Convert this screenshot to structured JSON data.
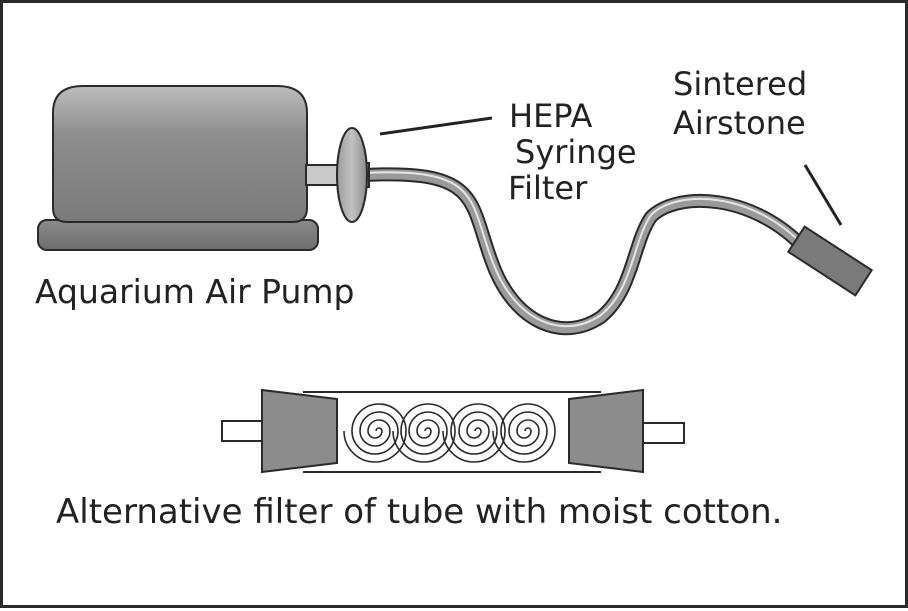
{
  "labels": {
    "pump": "Aquarium Air Pump",
    "hepa_filter": [
      "HEPA",
      "Syringe",
      "Filter"
    ],
    "airstone": [
      "Sintered",
      "Airstone"
    ],
    "caption": "Alternative filter of tube with moist cotton."
  },
  "colors": {
    "pump_body": "#8a8a8a",
    "pump_base": "#7c7c7c",
    "tubing": "#9a9a9a",
    "filter": "#8c8c8c",
    "airstone": "#7a7a7a",
    "outline": "#2a2a2a"
  }
}
